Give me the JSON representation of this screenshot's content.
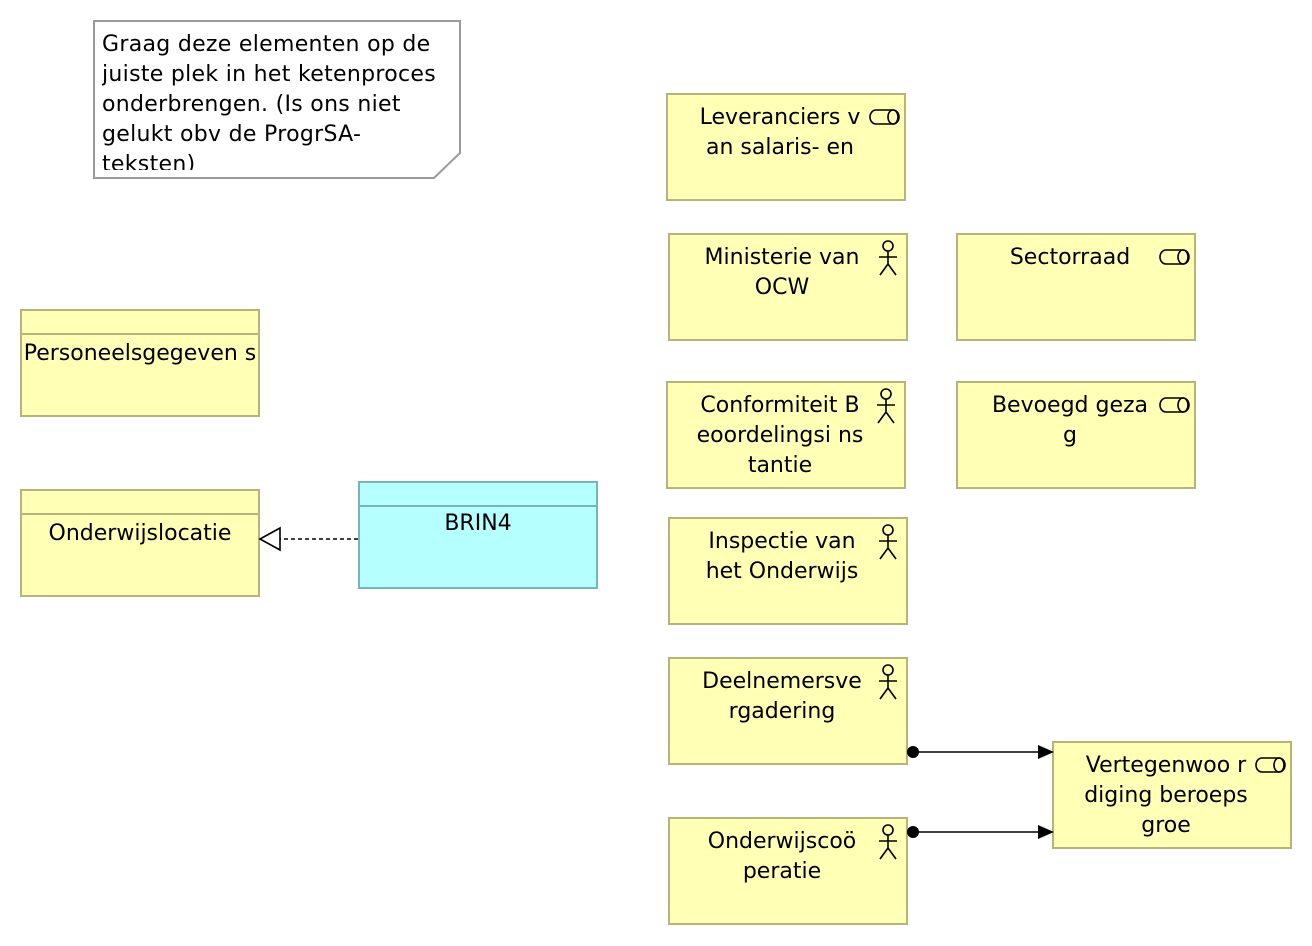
{
  "note": {
    "text": "Graag deze elementen op de juiste plek in het ketenproces onderbrengen. (Is ons niet gelukt obv de ProgrSA-teksten)"
  },
  "elements": {
    "personeelsgegevens": "Personeelsgegeven s",
    "onderwijslocatie": "Onderwijslocatie",
    "brin4": "BRIN4",
    "leveranciers": "Leveranciers van salaris- en",
    "ministerie": "Ministerie van OCW",
    "sectorraad": "Sectorraad",
    "conformiteit": "Conformiteit Beoordelingsi nstantie",
    "bevoegd_gezag": "Bevoegd gezag",
    "inspectie": "Inspectie van het Onderwijs",
    "deelnemers": "Deelnemersve rgadering",
    "onderwijscooperatie": "Onderwijscoö peratie",
    "vertegenwoordiging": "Vertegenwoo rdiging beroepsgroe"
  },
  "icons": {
    "actor": "actor-icon",
    "role": "role-icon"
  },
  "colors": {
    "business": "#ffffb5",
    "business_border": "#b5b57a",
    "technology": "#b5ffff",
    "technology_border": "#7ab5b5"
  }
}
